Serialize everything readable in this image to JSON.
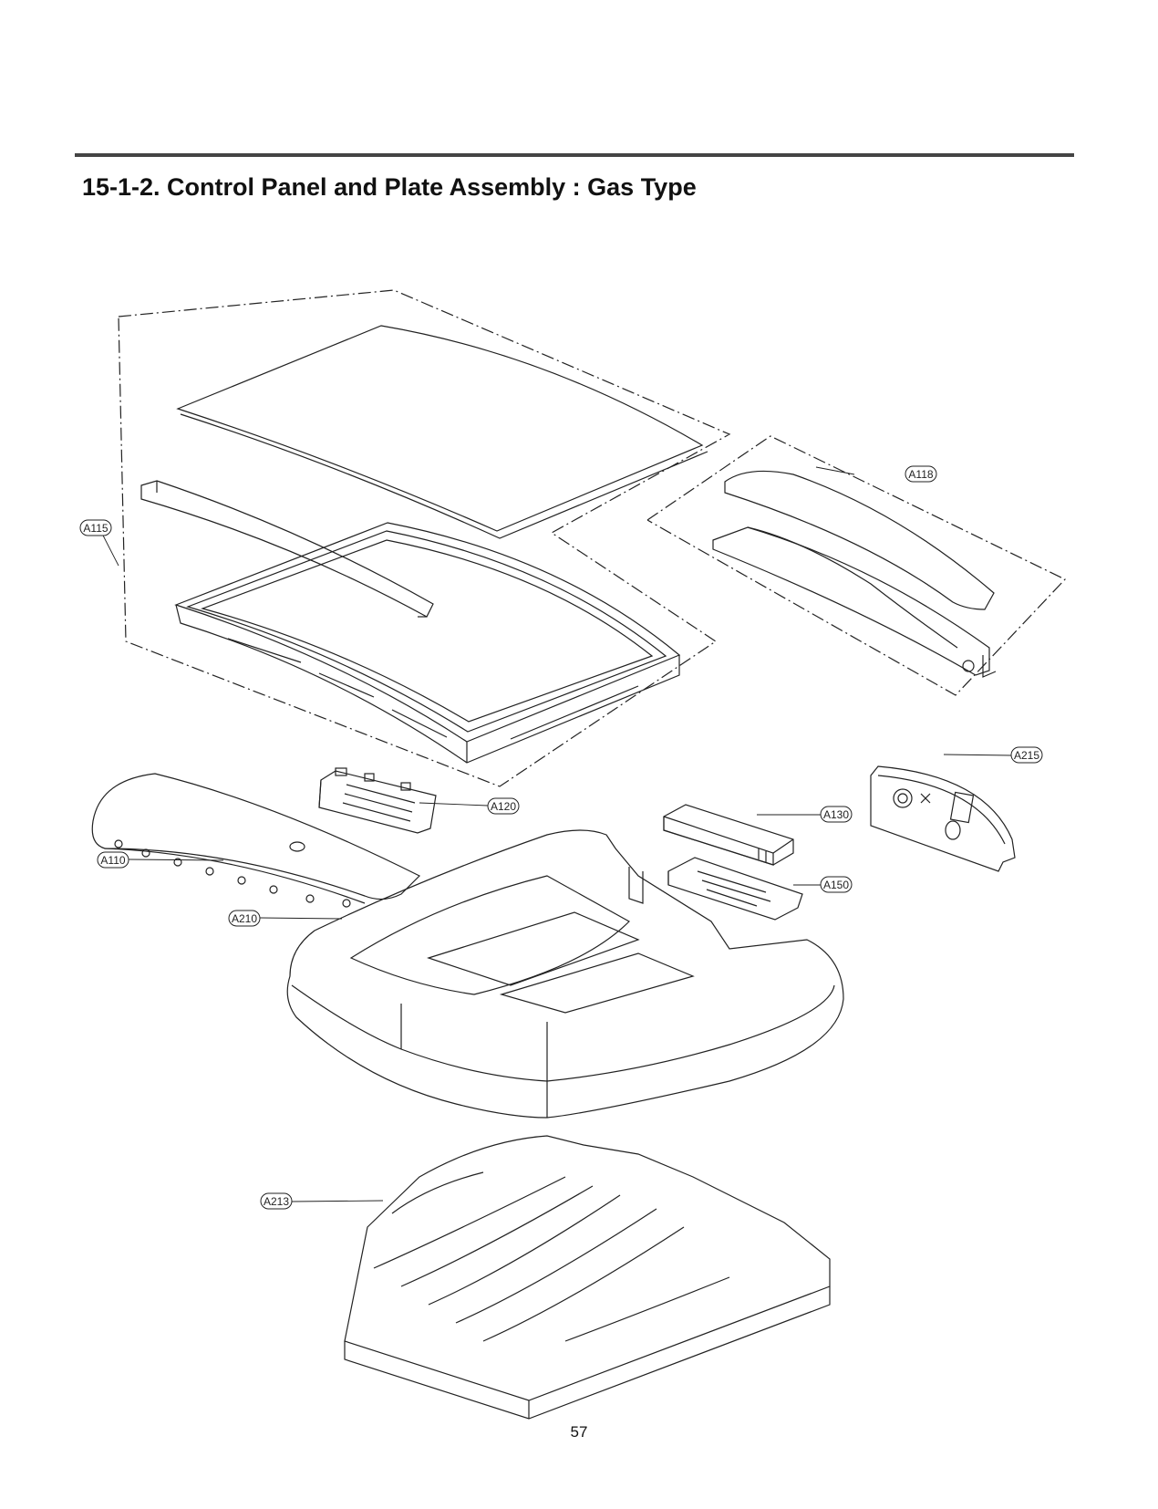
{
  "page": {
    "title": "15-1-2. Control Panel and Plate Assembly : Gas Type",
    "page_number": "57"
  },
  "callouts": {
    "a115": "A115",
    "a118": "A118",
    "a120": "A120",
    "a130": "A130",
    "a110": "A110",
    "a210": "A210",
    "a215": "A215",
    "a150": "A150",
    "a213": "A213"
  }
}
